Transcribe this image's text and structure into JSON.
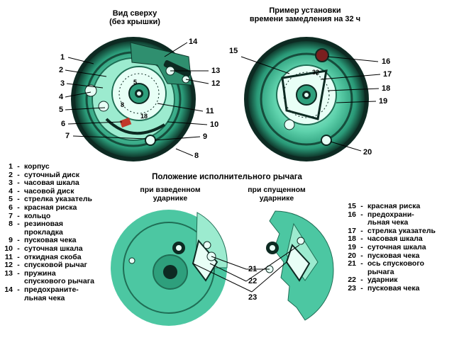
{
  "titles": {
    "top_view": [
      "Вид сверху",
      "(без крышки)"
    ],
    "example": [
      "Пример установки",
      "времени замедления на 32 ч"
    ],
    "lever_position": "Положение исполнительного рычага",
    "cocked": [
      "при взведенном",
      "ударнике"
    ],
    "released": [
      "при спущенном",
      "ударнике"
    ]
  },
  "legend_left": [
    {
      "num": "1",
      "label": "корпус"
    },
    {
      "num": "2",
      "label": "суточный диск"
    },
    {
      "num": "3",
      "label": "часовая шкала"
    },
    {
      "num": "4",
      "label": "часовой диск"
    },
    {
      "num": "5",
      "label": "стрелка указатель"
    },
    {
      "num": "6",
      "label": "красная риска"
    },
    {
      "num": "7",
      "label": "кольцо"
    },
    {
      "num": "8",
      "label": "резиновая\nпрокладка"
    },
    {
      "num": "9",
      "label": "пусковая чека"
    },
    {
      "num": "10",
      "label": "суточная шкала"
    },
    {
      "num": "11",
      "label": "откидная скоба"
    },
    {
      "num": "12",
      "label": "спусковой рычаг"
    },
    {
      "num": "13",
      "label": "пружина\nспускового рычага"
    },
    {
      "num": "14",
      "label": "предохраните-\nльная чека"
    }
  ],
  "legend_right": [
    {
      "num": "15",
      "label": "красная риска"
    },
    {
      "num": "16",
      "label": "предохрани-\nльная чека"
    },
    {
      "num": "17",
      "label": "стрелка указатель"
    },
    {
      "num": "18",
      "label": "часовая шкала"
    },
    {
      "num": "19",
      "label": "суточная шкала"
    },
    {
      "num": "20",
      "label": "пусковая чека"
    },
    {
      "num": "21",
      "label": "ось спускового\nрычага"
    },
    {
      "num": "22",
      "label": "ударник"
    },
    {
      "num": "23",
      "label": "пусковая чека"
    }
  ],
  "callouts_left": [
    "1",
    "2",
    "3",
    "4",
    "5",
    "6",
    "7",
    "8",
    "9",
    "10",
    "11",
    "12",
    "13",
    "14"
  ],
  "callouts_right": [
    "15",
    "16",
    "17",
    "18",
    "19",
    "20"
  ],
  "callouts_bottom": [
    "21",
    "22",
    "23"
  ],
  "dial_numbers": [
    "5",
    "8",
    "18",
    "32"
  ],
  "colors": {
    "green_light": "#7fe0c0",
    "green_mid": "#3dbb95",
    "green_dark": "#1f6e55",
    "bottom_green": "#4cc7a2",
    "dark": "#0d2a22",
    "white": "#e8fff6"
  }
}
